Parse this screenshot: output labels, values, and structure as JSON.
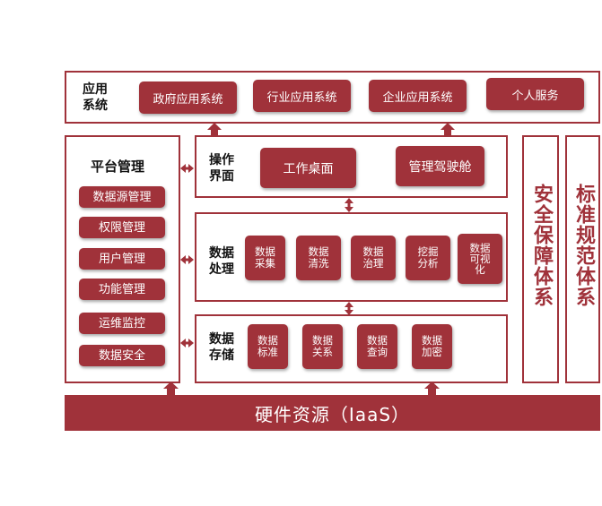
{
  "app_layer": {
    "label": "应用\n系统",
    "items": [
      "政府应用系统",
      "行业应用系统",
      "企业应用系统",
      "个人服务"
    ]
  },
  "platform": {
    "title": "平台管理",
    "items": [
      "数据源管理",
      "权限管理",
      "用户管理",
      "功能管理",
      "运维监控",
      "数据安全"
    ]
  },
  "operation": {
    "label": "操作\n界面",
    "items": [
      "工作桌面",
      "管理驾驶舱"
    ]
  },
  "processing": {
    "label": "数据\n处理",
    "items": [
      "数据\n采集",
      "数据\n清洗",
      "数据\n治理",
      "挖掘\n分析",
      "数据\n可视\n化"
    ]
  },
  "storage": {
    "label": "数据\n存储",
    "items": [
      "数据\n标准",
      "数据\n关系",
      "数据\n查询",
      "数据\n加密"
    ]
  },
  "security_system": "安全保障体系",
  "standard_system": "标准规范体系",
  "infrastructure": "硬件资源（IaaS）",
  "colors": {
    "accent": "#a0323a",
    "background": "#ffffff"
  }
}
